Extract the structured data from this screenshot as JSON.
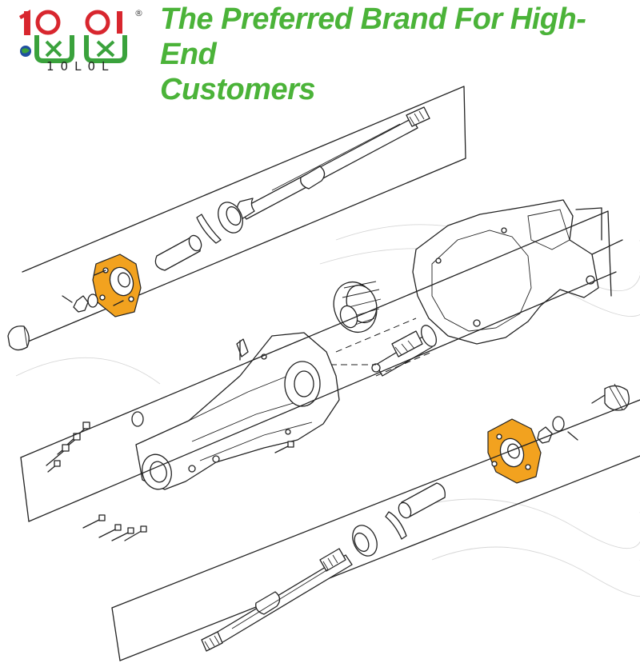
{
  "brand": {
    "logo_text": "10L0L",
    "registered_mark": "®"
  },
  "headline": {
    "line1": "The Preferred Brand For High-End",
    "line2": "Customers"
  },
  "colors": {
    "headline_green": "#4bb339",
    "logo_red": "#d8262e",
    "logo_green": "#3aa23c",
    "highlight_orange": "#f2a21f",
    "line_art": "#222222"
  },
  "diagram": {
    "subject": "rear differential / drive axle exploded parts view",
    "highlighted_parts": [
      "wheel-hub-flange-upper",
      "wheel-hub-flange-lower"
    ]
  }
}
